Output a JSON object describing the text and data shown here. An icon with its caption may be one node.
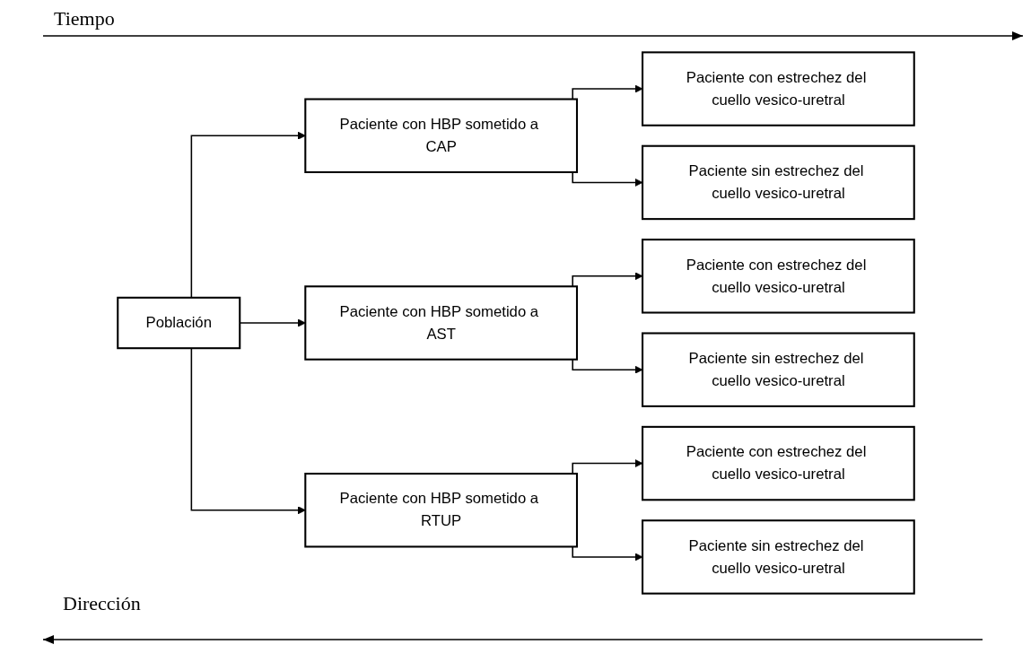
{
  "diagram": {
    "nodes": [
      {
        "text": [
          "Población"
        ]
      },
      {
        "text": [
          "Paciente con HBP sometido a CAP"
        ]
      },
      {
        "text": [
          "Paciente con estrechez del cuello vesico-uretral"
        ]
      },
      {
        "text": [
          "Paciente sin estrechez del cuello vesico-uretral"
        ]
      },
      {
        "text": [
          "Paciente con HBP sometido a AST"
        ]
      },
      {
        "text": [
          "Paciente con estrechez del cuello vesico-uretral"
        ]
      },
      {
        "text": [
          "Paciente sin estrechez del cuello vesico-uretral"
        ]
      },
      {
        "text": [
          "Paciente con HBP sometido a RTUP"
        ]
      },
      {
        "text": [
          "Paciente con estrechez del cuello vesico-uretral"
        ]
      },
      {
        "text": [
          "Paciente sin estrechez del cuello vesico-uretral"
        ]
      }
    ],
    "edges": [
      {
        "from": 0,
        "to": 1,
        "arrow": "to"
      },
      {
        "from": 0,
        "to": 4,
        "arrow": "to"
      },
      {
        "from": 0,
        "to": 7,
        "arrow": "to"
      },
      {
        "from": 1,
        "to": 2,
        "arrow": "to"
      },
      {
        "from": 1,
        "to": 3,
        "arrow": "to"
      },
      {
        "from": 4,
        "to": 5,
        "arrow": "to"
      },
      {
        "from": 4,
        "to": 6,
        "arrow": "to"
      },
      {
        "from": 7,
        "to": 8,
        "arrow": "to"
      },
      {
        "from": 7,
        "to": 9,
        "arrow": "to"
      }
    ],
    "labels": [
      "Tiempo",
      "Dirección"
    ]
  }
}
